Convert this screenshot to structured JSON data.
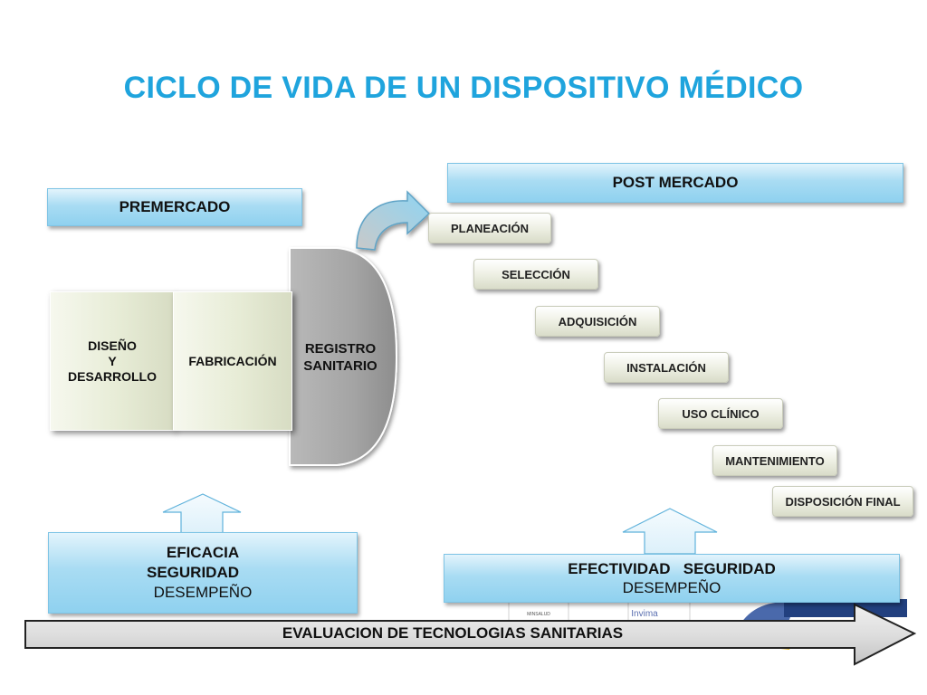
{
  "title": "CICLO DE VIDA DE UN DISPOSITIVO MÉDICO",
  "premercado": {
    "label": "PREMERCADO",
    "stages": {
      "design_line1": "DISEÑO",
      "design_line2": "Y",
      "design_line3": "DESARROLLO",
      "fabrication": "FABRICACIÓN",
      "registry_line1": "REGISTRO",
      "registry_line2": "SANITARIO"
    },
    "attributes": {
      "line1": "EFICACIA",
      "line2": "SEGURIDAD",
      "line3": "DESEMPEÑO"
    }
  },
  "postmercado": {
    "label": "POST MERCADO",
    "steps": [
      "PLANEACIÓN",
      "SELECCIÓN",
      "ADQUISICIÓN",
      "INSTALACIÓN",
      "USO CLÍNICO",
      "MANTENIMIENTO",
      "DISPOSICIÓN FINAL"
    ],
    "attributes": {
      "line1": "EFECTIVIDAD   SEGURIDAD",
      "line2": "DESEMPEÑO"
    }
  },
  "bottom_arrow": "EVALUACION DE TECNOLOGIAS SANITARIAS",
  "colors": {
    "title": "#1fa4dd",
    "blue_box": "#a9dcf3",
    "registry": "#a8a8a8",
    "arrow": "#d8d8d8"
  }
}
